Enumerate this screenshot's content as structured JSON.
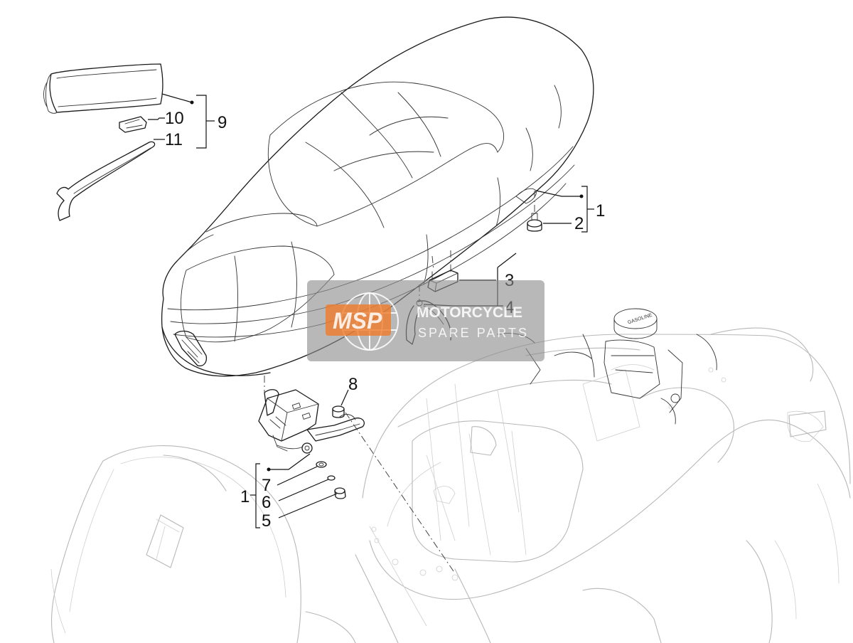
{
  "callouts": [
    {
      "id": "seat",
      "number": "1"
    },
    {
      "id": "seat-bumper",
      "number": "2"
    },
    {
      "id": "seat-rubber-block",
      "number": "3"
    },
    {
      "id": "seat-strap",
      "number": "4"
    },
    {
      "id": "hinge-screw",
      "number": "5"
    },
    {
      "id": "hinge-washer",
      "number": "6"
    },
    {
      "id": "hinge-spring-washer",
      "number": "7"
    },
    {
      "id": "hinge-nut",
      "number": "8"
    },
    {
      "id": "tool-kit",
      "number": "9"
    },
    {
      "id": "tool-kit-fuse-puller",
      "number": "10"
    },
    {
      "id": "tool-kit-wrench",
      "number": "11"
    },
    {
      "id": "hinge-assembly",
      "number": "1"
    }
  ],
  "watermark": {
    "badge": "MSP",
    "line1": "MOTORCYCLE",
    "line2": "SPARE PARTS"
  },
  "fuel_cap_text": "GASOLINE",
  "colors": {
    "ink": "#1a1a1a",
    "ghost": "#b8b8b8",
    "watermark_gray": "#8c8c8c",
    "watermark_orange": "#f07c2a"
  }
}
